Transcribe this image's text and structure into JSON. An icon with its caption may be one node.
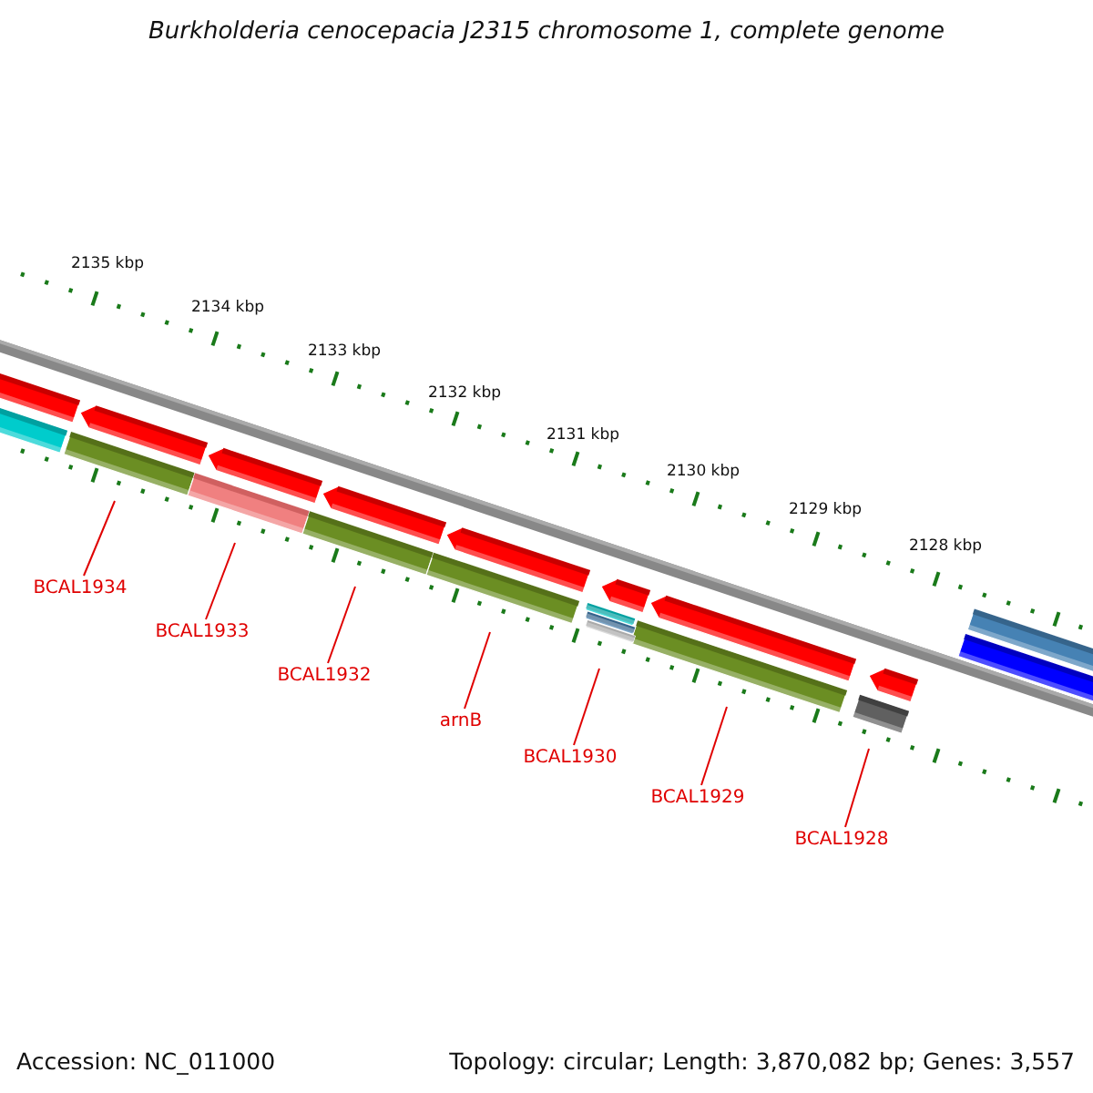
{
  "diagram": {
    "title": "Burkholderia cenocepacia J2315 chromosome 1, complete genome",
    "nodes": [
      {
        "text": [
          "BCAL1934"
        ]
      },
      {
        "text": [
          "BCAL1933"
        ]
      },
      {
        "text": [
          "BCAL1932"
        ]
      },
      {
        "text": [
          "arnB"
        ]
      },
      {
        "text": [
          "BCAL1930"
        ]
      },
      {
        "text": [
          "BCAL1929"
        ]
      },
      {
        "text": [
          "BCAL1928"
        ]
      }
    ],
    "edges": [
      {
        "from": 0,
        "to": null,
        "arrow": "none"
      },
      {
        "from": 1,
        "to": null,
        "arrow": "none"
      },
      {
        "from": 2,
        "to": null,
        "arrow": "none"
      },
      {
        "from": 3,
        "to": null,
        "arrow": "none"
      },
      {
        "from": 4,
        "to": null,
        "arrow": "none"
      },
      {
        "from": 5,
        "to": null,
        "arrow": "none"
      },
      {
        "from": 6,
        "to": null,
        "arrow": "none"
      }
    ],
    "labels": [
      "2135 kbp",
      "2134 kbp",
      "2133 kbp",
      "2132 kbp",
      "2131 kbp",
      "2130 kbp",
      "2129 kbp",
      "2128 kbp",
      "Accession: NC_011000",
      "Topology: circular; Length: 3,870,082 bp; Genes: 3,557"
    ]
  }
}
